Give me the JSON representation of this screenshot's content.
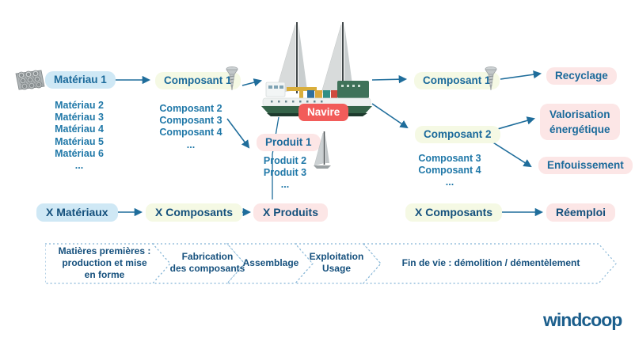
{
  "left_chain": {
    "material_highlight": "Matériau 1",
    "materials": [
      "Matériau 2",
      "Matériau 3",
      "Matériau 4",
      "Matériau 5",
      "Matériau 6",
      "..."
    ],
    "component_highlight": "Composant 1",
    "components": [
      "Composant 2",
      "Composant 3",
      "Composant 4",
      "..."
    ]
  },
  "ship": {
    "label": "Navire"
  },
  "products": {
    "highlight": "Produit 1",
    "items": [
      "Produit 2",
      "Produit 3",
      "..."
    ]
  },
  "right_chain": {
    "component_1": "Composant 1",
    "component_2": "Composant 2",
    "components": [
      "Composant 3",
      "Composant 4",
      "..."
    ],
    "outcomes": {
      "recyclage": "Recyclage",
      "valorisation": "Valorisation\nénergétique",
      "enfouissement": "Enfouissement",
      "reemploi": "Réemploi"
    }
  },
  "totals": {
    "materials": "X Matériaux",
    "components_production": "X Composants",
    "products": "X Produits",
    "components_endoflife": "X Composants"
  },
  "process": {
    "steps": [
      {
        "label": "Matières premières :\nproduction et mise\nen forme"
      },
      {
        "label": "Fabrication\ndes composants"
      },
      {
        "label": "Assemblage"
      },
      {
        "label": "Exploitation\nUsage"
      },
      {
        "label": "Fin de vie : démolition / démentèlement"
      }
    ]
  },
  "brand": {
    "name": "windcoop"
  },
  "icons": {
    "material": "pipes-icon",
    "component": "screw-icon",
    "product": "sail-icon",
    "ship": "ship-illustration"
  },
  "colors": {
    "navire_red": "#f25c5a",
    "teal_text": "#2078a8",
    "navy_text": "#14507c",
    "chip_blue": "#cfe8f5",
    "chip_green": "#f5f9e4",
    "chip_pink": "#fce6e6",
    "arrow": "#1f6d9b",
    "band_border": "#85b5d6",
    "hull_green": "#356349"
  }
}
